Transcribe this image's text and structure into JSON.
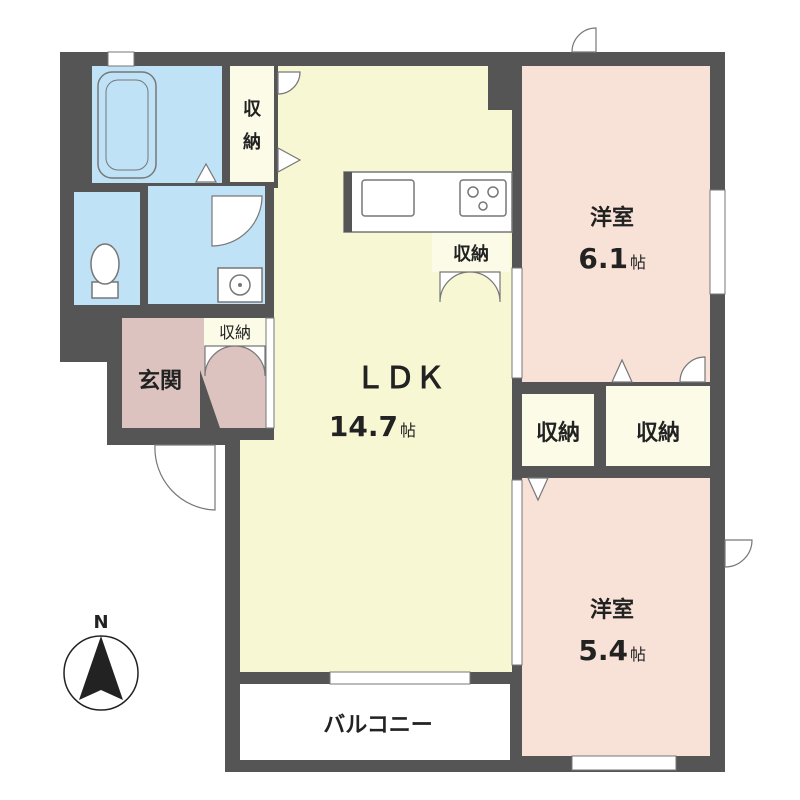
{
  "rooms": {
    "ldk": {
      "name": "ＬＤＫ",
      "size": "14.7",
      "unit": "帖"
    },
    "western_room_1": {
      "name": "洋室",
      "size": "6.1",
      "unit": "帖"
    },
    "western_room_2": {
      "name": "洋室",
      "size": "5.4",
      "unit": "帖"
    },
    "entrance": {
      "name": "玄関"
    },
    "balcony": {
      "name": "バルコニー"
    }
  },
  "storage": {
    "near_bath": "収納",
    "kitchen": "収納",
    "entrance": "収納",
    "hall": "収納",
    "bedroom": "収納"
  },
  "compass": {
    "label": "N"
  },
  "colors": {
    "wall": "#555555",
    "ldk": "#f7f7d4",
    "western": "#f8e2d7",
    "wet_area": "#bfe2f7",
    "entrance": "#dcc3bf",
    "storage": "#fbfbe8"
  }
}
